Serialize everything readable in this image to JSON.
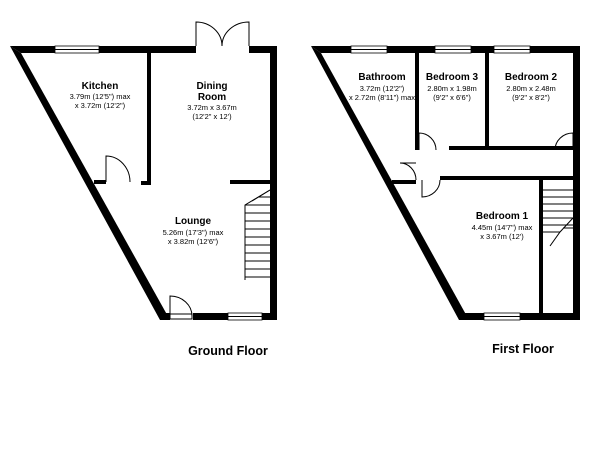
{
  "ground_floor": {
    "label": "Ground Floor",
    "rooms": [
      {
        "name": "Kitchen",
        "dims": [
          "3.79m (12'5\") max",
          "x 3.72m (12'2\")"
        ]
      },
      {
        "name": "Dining",
        "name2": "Room",
        "dims": [
          "3.72m x 3.67m",
          "(12'2\" x 12')"
        ]
      },
      {
        "name": "Lounge",
        "dims": [
          "5.26m (17'3\") max",
          "x 3.82m (12'6\")"
        ]
      }
    ]
  },
  "first_floor": {
    "label": "First Floor",
    "rooms": [
      {
        "name": "Bathroom",
        "dims": [
          "3.72m (12'2\")",
          "x 2.72m (8'11\") max"
        ]
      },
      {
        "name": "Bedroom 3",
        "dims": [
          "2.80m x 1.98m",
          "(9'2\" x 6'6\")"
        ]
      },
      {
        "name": "Bedroom 2",
        "dims": [
          "2.80m x 2.48m",
          "(9'2\" x 8'2\")"
        ]
      },
      {
        "name": "Bedroom 1",
        "dims": [
          "4.45m (14'7\") max",
          "x 3.67m (12')"
        ]
      }
    ]
  }
}
